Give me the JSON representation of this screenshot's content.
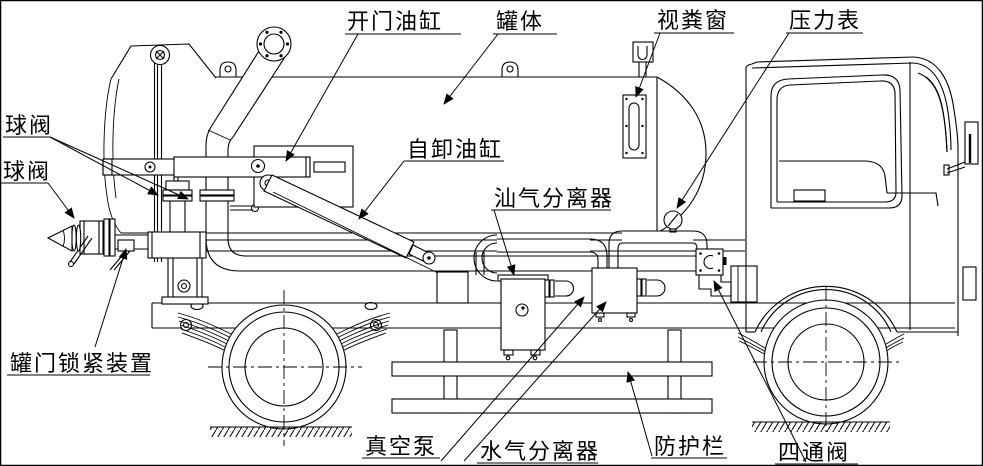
{
  "diagram": {
    "type": "technical-line-drawing",
    "subject": "vacuum suction truck side view",
    "colors": {
      "line": "#000000",
      "background": "#ffffff"
    },
    "labels": {
      "door_open_cylinder": "开门油缸",
      "tank": "罐体",
      "sight_window": "视粪窗",
      "pressure_gauge": "压力表",
      "ball_valve_upper": "球阀",
      "ball_valve_lower": "球阀",
      "dump_cylinder": "自卸油缸",
      "oil_gas_separator": "汕气分离器",
      "tank_door_lock": "罐门锁紧装置",
      "vacuum_pump": "真空泵",
      "water_gas_separator": "水气分离器",
      "guard_rail": "防护栏",
      "four_way_valve": "四通阀"
    }
  }
}
